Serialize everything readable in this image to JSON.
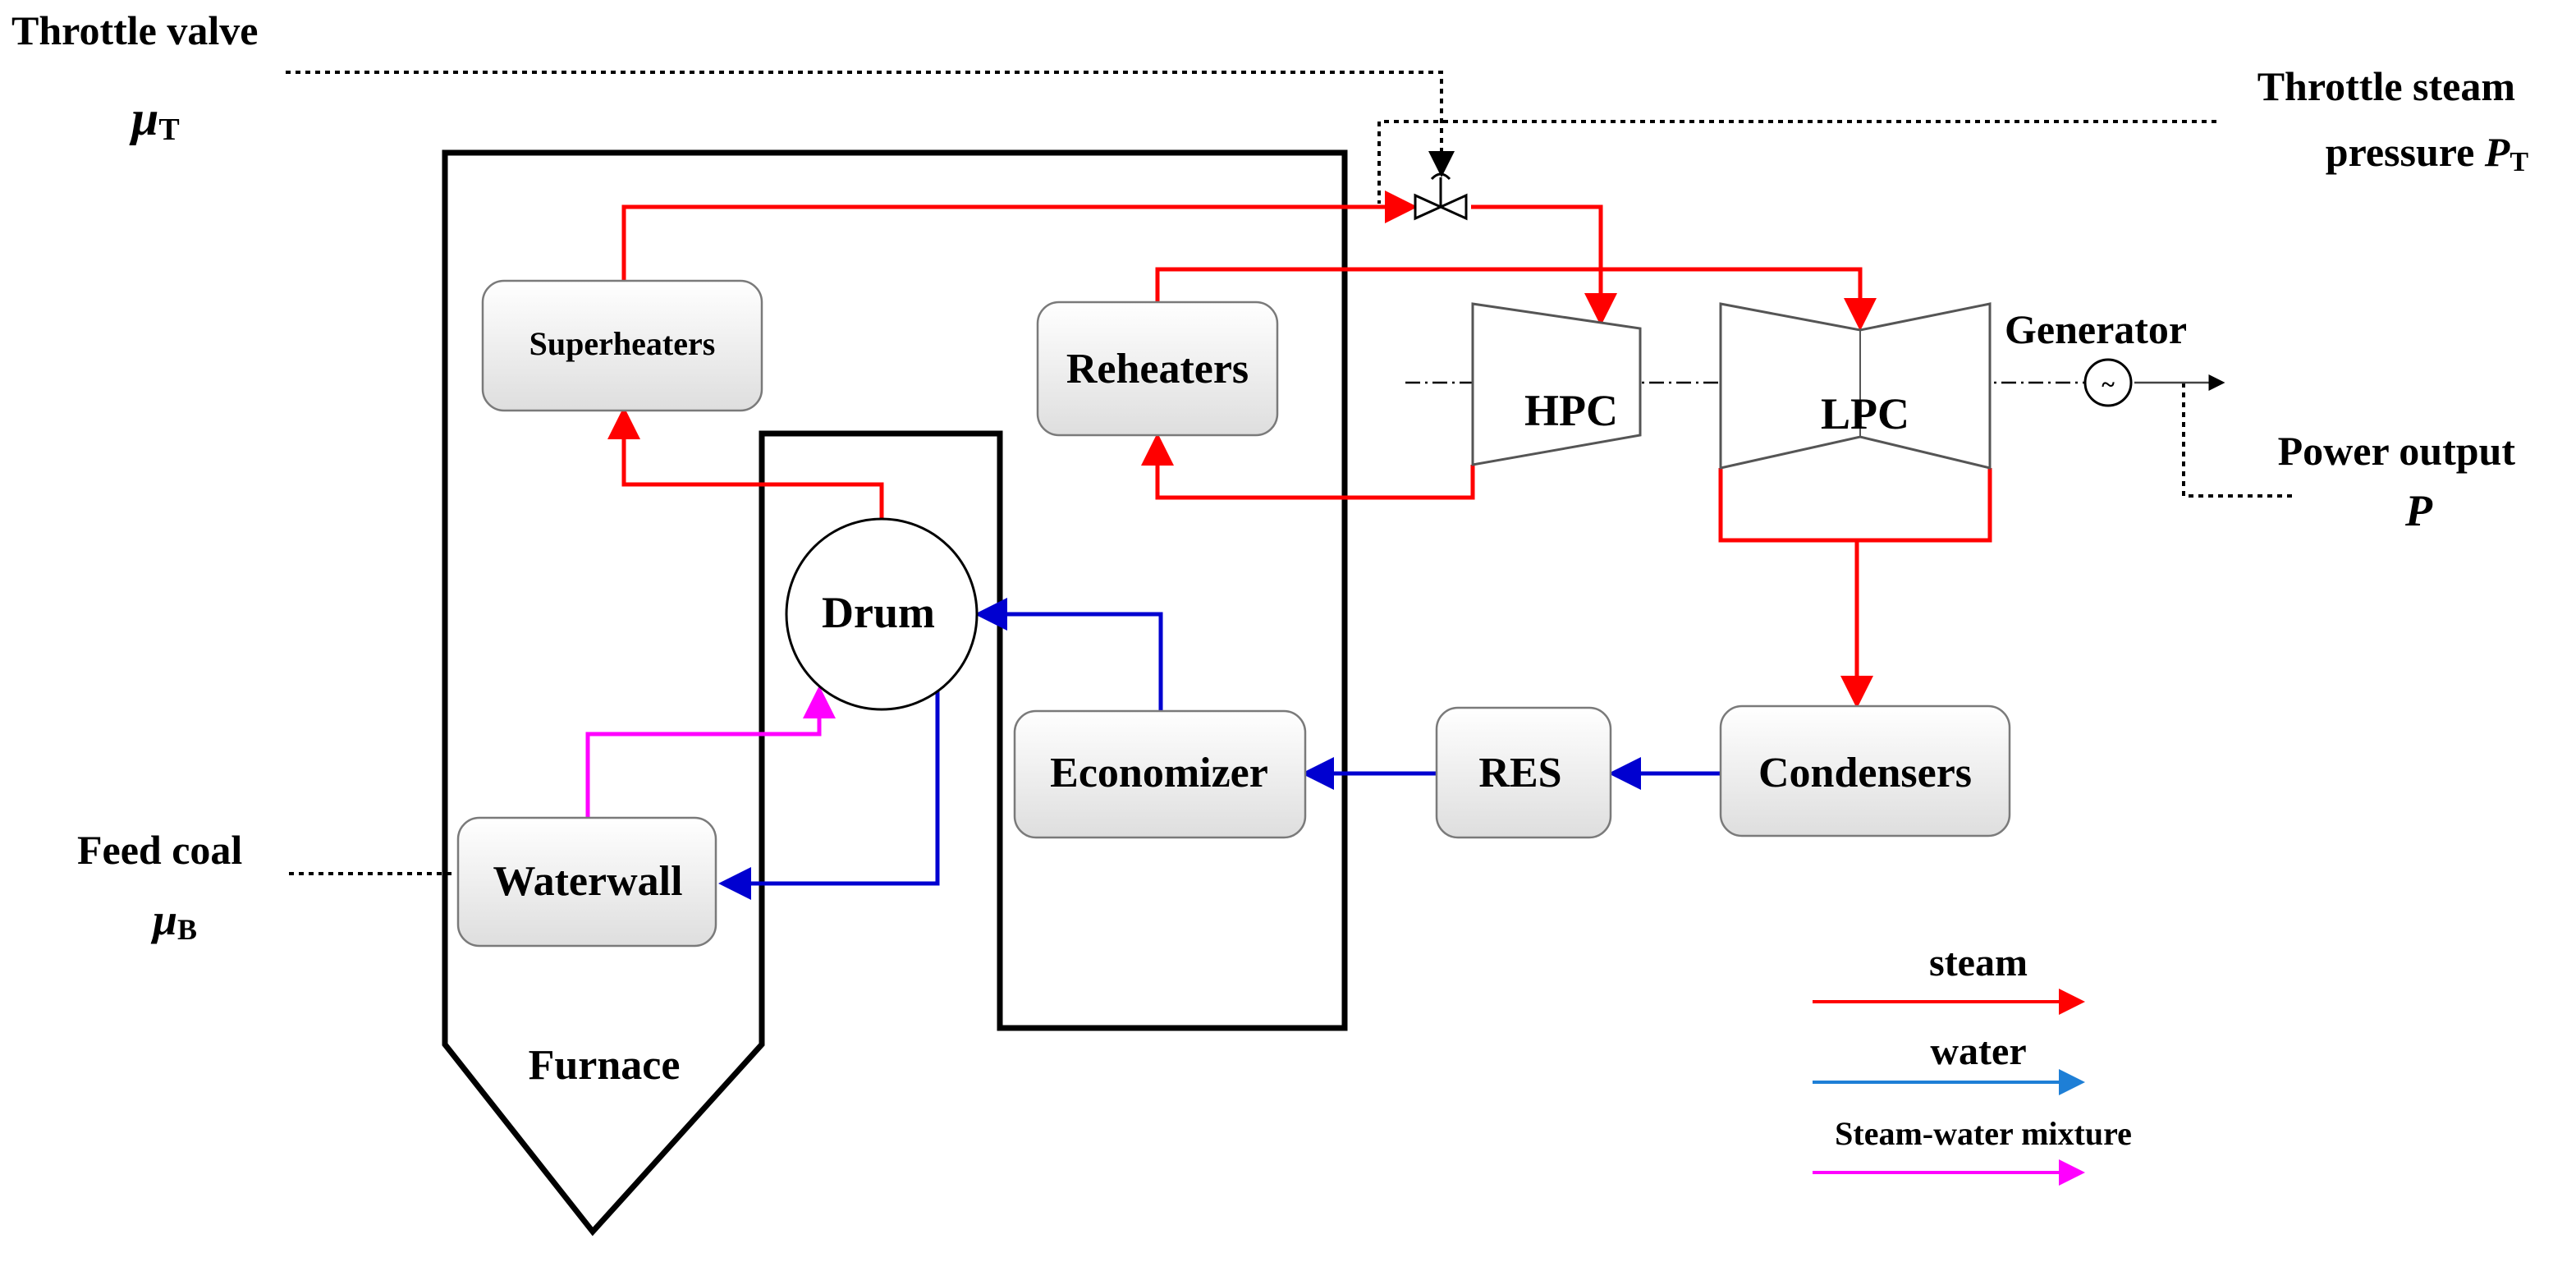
{
  "labels": {
    "throttle_valve": "Throttle valve",
    "mu_t_symbol": "μ",
    "mu_t_sub": "T",
    "throttle_steam_line1": "Throttle steam",
    "throttle_steam_line2": "pressure ",
    "p_t_symbol": "P",
    "p_t_sub": "T",
    "generator": "Generator",
    "power_output": "Power output",
    "p_symbol": "P",
    "feed_coal": "Feed coal",
    "mu_b_symbol": "μ",
    "mu_b_sub": "B",
    "furnace": "Furnace",
    "generator_symbol": "~"
  },
  "components": {
    "superheaters": "Superheaters",
    "reheaters": "Reheaters",
    "drum": "Drum",
    "hpc": "HPC",
    "lpc": "LPC",
    "economizer": "Economizer",
    "res": "RES",
    "condensers": "Condensers",
    "waterwall": "Waterwall"
  },
  "legend": {
    "items": [
      {
        "label": "steam",
        "color": "#ff0000"
      },
      {
        "label": "water",
        "color": "#1e7fd6"
      },
      {
        "label": "Steam-water mixture",
        "color": "#ff00ff"
      }
    ]
  },
  "colors": {
    "steam": "#ff0000",
    "water": "#0000d0",
    "mixture": "#ff00ff"
  }
}
